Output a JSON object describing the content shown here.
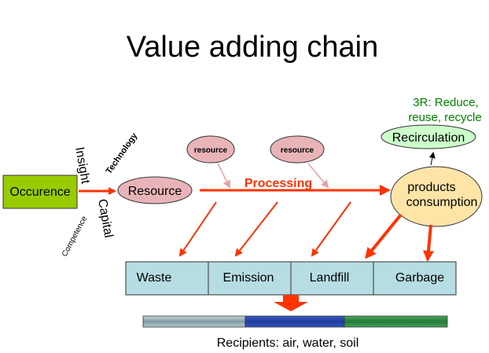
{
  "title": "Value adding chain",
  "nodes": {
    "occurence": "Occurence",
    "resource": "Resource",
    "resource_small_1": "resource",
    "resource_small_2": "resource",
    "recirculation": "Recirculation",
    "products_line1": "products",
    "products_line2": "consumption"
  },
  "side_labels": {
    "insight": "Insight",
    "technology": "Technology",
    "capital": "Capital",
    "competence": "Competence"
  },
  "processing": "Processing",
  "threer": {
    "line1": "3R: Reduce,",
    "line2": "reuse, recycle"
  },
  "outputs": [
    "Waste",
    "Emission",
    "Landfill",
    "Garbage"
  ],
  "recipients": "Recipients: air, water, soil",
  "colors": {
    "occurence_fill": "#99cc00",
    "resource_fill": "#e8b4b8",
    "recirculation_fill": "#ccffcc",
    "products_fill": "#ffe4a8",
    "outputs_fill": "#b6dde3",
    "arrow": "#ff3300",
    "green_text": "#008000",
    "bar_segments": [
      "#8faab4",
      "#2244aa",
      "#2e8b45"
    ]
  }
}
